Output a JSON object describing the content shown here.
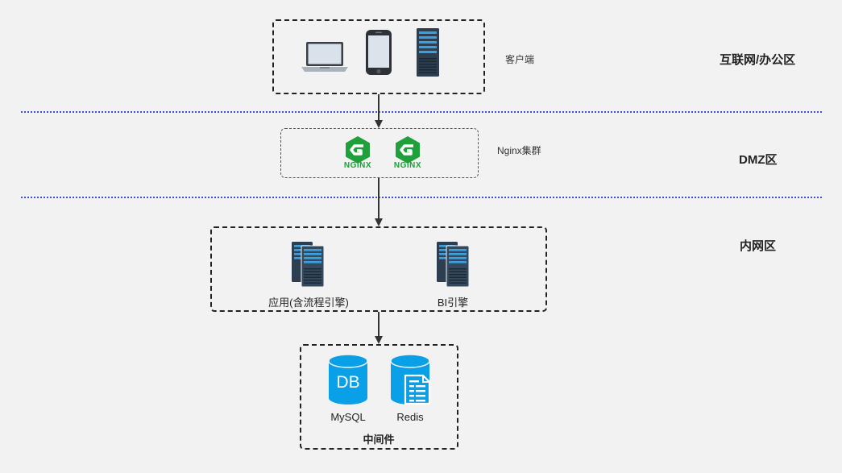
{
  "zones": {
    "internet": "互联网/办公区",
    "dmz": "DMZ区",
    "intranet": "内网区"
  },
  "tiers": {
    "client": {
      "label": "客户端"
    },
    "nginx": {
      "label": "Nginx集群",
      "logo_text": "NGINX"
    },
    "app": {
      "app_server": "应用(含流程引擎)",
      "bi_server": "BI引擎"
    },
    "middleware": {
      "mysql": "MySQL",
      "mysql_icon_text": "DB",
      "redis": "Redis",
      "title": "中间件"
    }
  },
  "colors": {
    "background": "#f2f2f2",
    "zone_divider": "#3b4fd0",
    "nginx_green": "#1fa03a",
    "db_blue": "#0aa0e8",
    "server_dark": "#2c3e50",
    "server_led": "#3aa0e0"
  },
  "icons": [
    "laptop-icon",
    "phone-icon",
    "server-icon",
    "nginx-logo-icon",
    "database-icon",
    "redis-document-icon"
  ]
}
